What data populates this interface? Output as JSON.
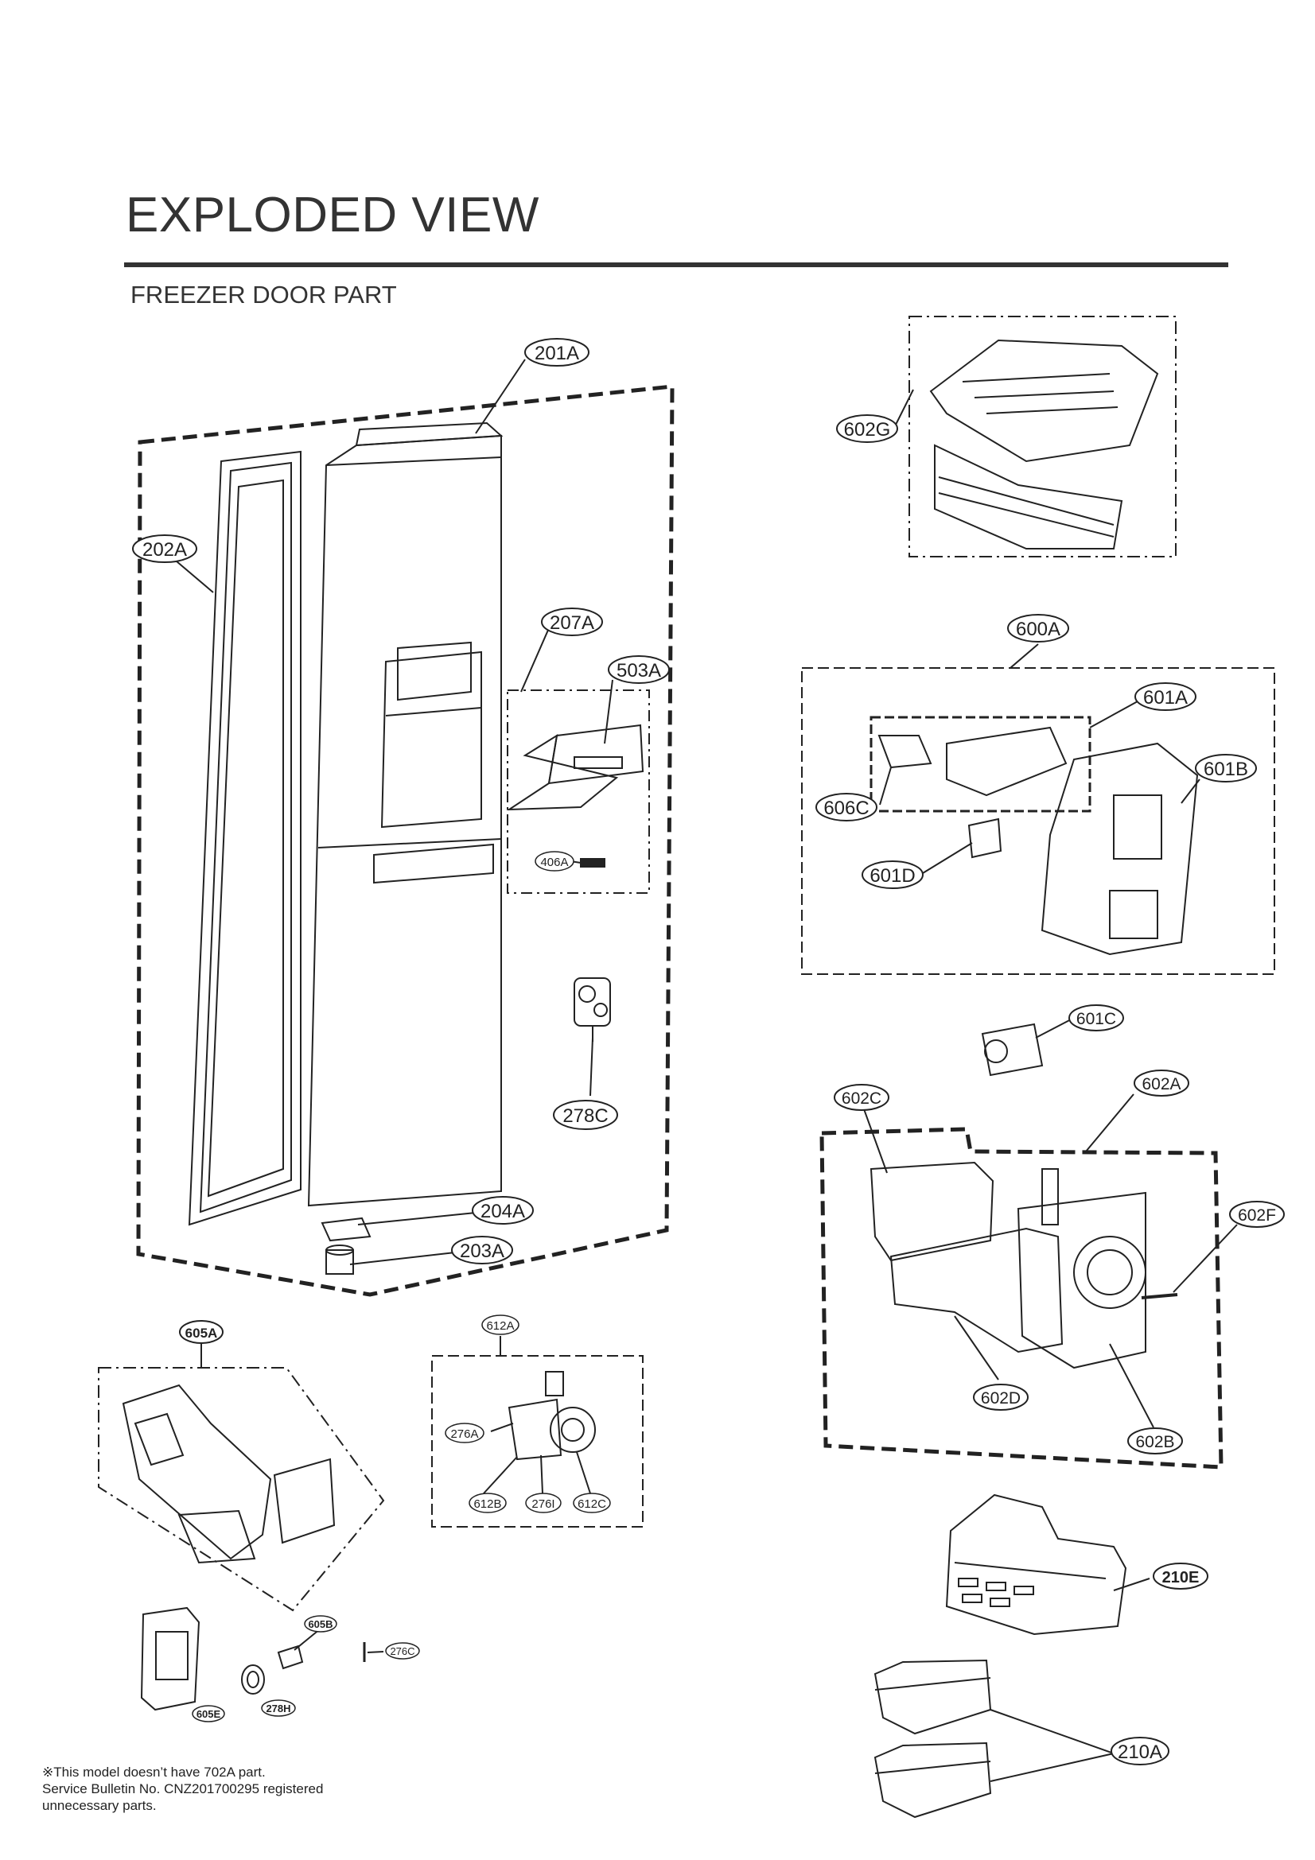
{
  "header": {
    "title": "EXPLODED VIEW",
    "subtitle": "FREEZER DOOR PART"
  },
  "callouts": [
    {
      "id": "201A",
      "text": "201A"
    },
    {
      "id": "202A",
      "text": "202A"
    },
    {
      "id": "207A",
      "text": "207A"
    },
    {
      "id": "503A",
      "text": "503A"
    },
    {
      "id": "406A",
      "text": "406A"
    },
    {
      "id": "278C",
      "text": "278C"
    },
    {
      "id": "204A",
      "text": "204A"
    },
    {
      "id": "203A",
      "text": "203A"
    },
    {
      "id": "602G",
      "text": "602G"
    },
    {
      "id": "600A",
      "text": "600A"
    },
    {
      "id": "601A",
      "text": "601A"
    },
    {
      "id": "601B",
      "text": "601B"
    },
    {
      "id": "606C",
      "text": "606C"
    },
    {
      "id": "601D",
      "text": "601D"
    },
    {
      "id": "601C",
      "text": "601C"
    },
    {
      "id": "602C",
      "text": "602C"
    },
    {
      "id": "602A",
      "text": "602A"
    },
    {
      "id": "602F",
      "text": "602F"
    },
    {
      "id": "602D",
      "text": "602D"
    },
    {
      "id": "602B",
      "text": "602B"
    },
    {
      "id": "605A",
      "text": "605A"
    },
    {
      "id": "612A",
      "text": "612A"
    },
    {
      "id": "276A",
      "text": "276A"
    },
    {
      "id": "612B",
      "text": "612B"
    },
    {
      "id": "276I",
      "text": "276I"
    },
    {
      "id": "612C",
      "text": "612C"
    },
    {
      "id": "210E",
      "text": "210E"
    },
    {
      "id": "605B",
      "text": "605B"
    },
    {
      "id": "276C",
      "text": "276C"
    },
    {
      "id": "605E",
      "text": "605E"
    },
    {
      "id": "278H",
      "text": "278H"
    },
    {
      "id": "210A",
      "text": "210A"
    }
  ],
  "footnote": {
    "line1": "※This model doesn’t have 702A part.",
    "line2": "Service Bulletin No. CNZ201700295 registered",
    "line3": "unnecessary parts."
  },
  "colors": {
    "ink": "#333333",
    "line": "#222222"
  }
}
